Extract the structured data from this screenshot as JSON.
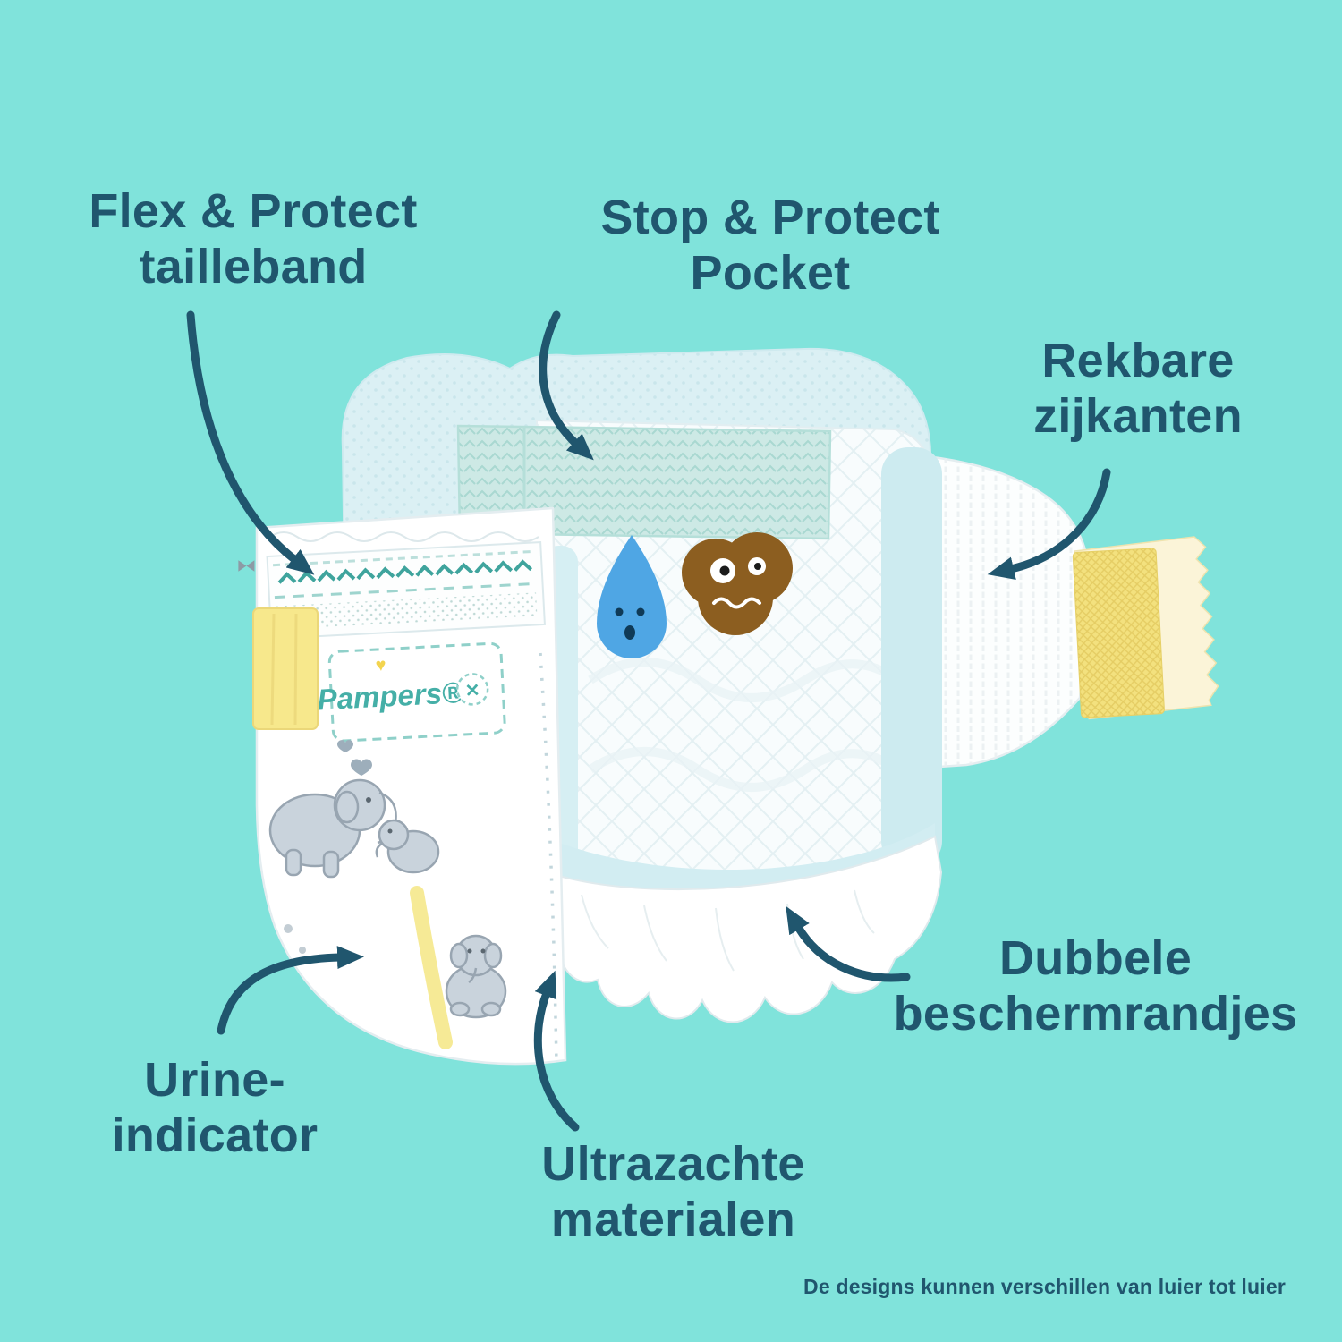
{
  "colors": {
    "background": "#80E3DB",
    "text": "#20566E",
    "arrow": "#20566E",
    "tape_yellow": "#F3E17E",
    "pampers_teal": "#45AFA7",
    "drop_blue": "#4FA6E4",
    "poop_brown": "#8C5E20"
  },
  "callouts": [
    {
      "id": "flex-protect-tailleband",
      "text": "Flex & Protect\ntailleband"
    },
    {
      "id": "stop-protect-pocket",
      "text": "Stop & Protect\nPocket"
    },
    {
      "id": "rekbare-zijkanten",
      "text": "Rekbare\nzijkanten"
    },
    {
      "id": "dubbele-beschermrandjes",
      "text": "Dubbele\nbeschermrandjes"
    },
    {
      "id": "urine-indicator",
      "text": "Urine-\nindicator"
    },
    {
      "id": "ultrazachte-materialen",
      "text": "Ultrazachte\nmaterialen"
    }
  ],
  "brand": {
    "logo_text": "Pampers®"
  },
  "icons": {
    "cross": "✕",
    "heart": "♥"
  },
  "footer": {
    "text": "De designs kunnen verschillen van luier tot luier"
  }
}
